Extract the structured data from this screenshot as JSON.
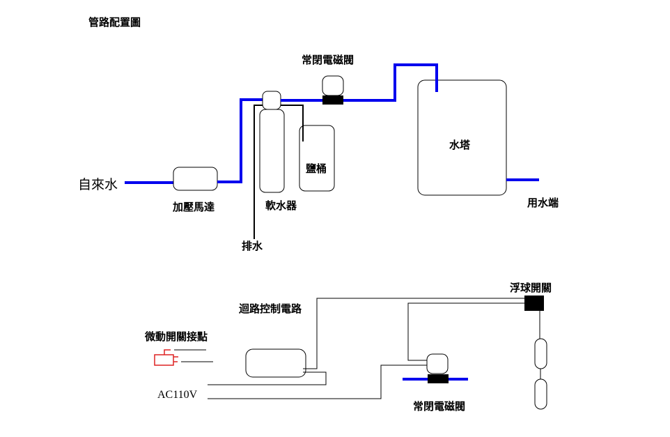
{
  "title": "管路配置圖",
  "colors": {
    "pipe": "#0000ee",
    "wire": "#000000",
    "switch": "#dd2222",
    "valve_body": "#000000"
  },
  "piping": {
    "source_label": "自來水",
    "pump_label": "加壓馬達",
    "softener_label": "軟水器",
    "brine_tank_label": "鹽桶",
    "drain_label": "排水",
    "valve_label": "常閉電磁閥",
    "tower_label": "水塔",
    "outlet_label": "用水端"
  },
  "circuit": {
    "control_circuit_label": "迴路控制電路",
    "micro_switch_label": "微動開關接點",
    "power_label": "AC110V",
    "float_switch_label": "浮球開關",
    "valve_label": "常閉電磁閥"
  }
}
